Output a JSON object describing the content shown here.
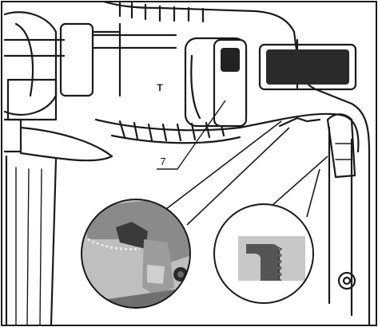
{
  "figure": {
    "callout_number": "7",
    "lock_symbol_text": "T",
    "side_marking_text": "T",
    "colors": {
      "line": "#1a1a1a",
      "paper": "#ffffff",
      "photo_dark": "#3a3a3a",
      "photo_mid": "#8a8a8a",
      "photo_light": "#cfcfcf",
      "insert_grey": "#bdbdbd"
    }
  }
}
